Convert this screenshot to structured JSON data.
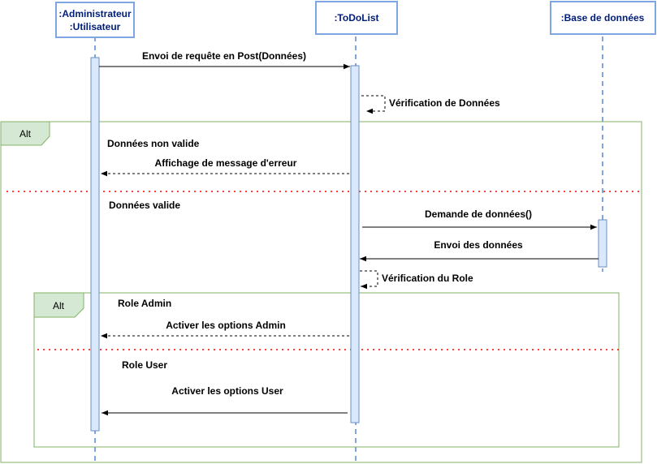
{
  "participants": {
    "admin": {
      "line1": ":Administrateur",
      "line2": ":Utilisateur"
    },
    "todolist": {
      "name": ":ToDoList"
    },
    "db": {
      "name": ":Base de données"
    }
  },
  "messages": {
    "post": "Envoi de requête en Post(Données)",
    "verif_data": "Vérification de Données",
    "error_msg": "Affichage de message d'erreur",
    "demande": "Demande de données()",
    "envoi": "Envoi des données",
    "verif_role": "Vérification du Role",
    "admin_opts": "Activer les options Admin",
    "user_opts": "Activer les options User"
  },
  "fragments": {
    "outer": {
      "label": "Alt",
      "guard1": "Données non valide",
      "guard2": "Données valide"
    },
    "inner": {
      "label": "Alt",
      "guard1": "Role Admin",
      "guard2": "Role User"
    }
  },
  "colors": {
    "participant_border": "#7EA6E0",
    "participant_text": "#001D7A",
    "activation_fill": "#DAE8FC",
    "activation_border": "#6C8EBF",
    "fragment_border": "#82B366",
    "fragment_fill": "#D5E8D4",
    "separator": "#FF0000"
  }
}
